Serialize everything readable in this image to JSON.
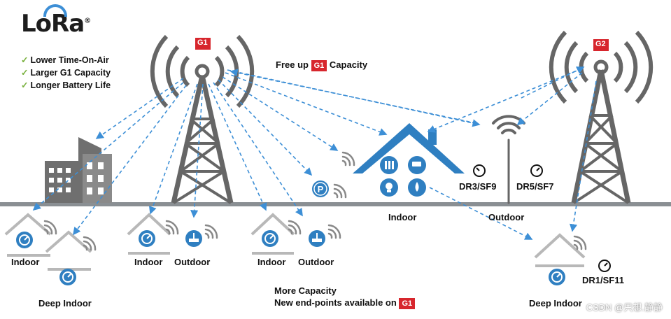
{
  "logo": {
    "text": "LoRa",
    "mark": "®"
  },
  "features": [
    "Lower Time-On-Air",
    "Larger G1 Capacity",
    "Longer Battery Life"
  ],
  "gateways": {
    "g1": "G1",
    "g2": "G2"
  },
  "free_up": {
    "before": "Free up",
    "badge": "G1",
    "after": "Capacity"
  },
  "labels": {
    "indoor_1": "Indoor",
    "deep_indoor_1": "Deep Indoor",
    "indoor_2": "Indoor",
    "outdoor_2": "Outdoor",
    "indoor_3": "Indoor",
    "outdoor_3": "Outdoor",
    "indoor_house": "Indoor",
    "outdoor_pole": "Outdoor",
    "deep_indoor_right": "Deep Indoor"
  },
  "data_rates": {
    "dr3": "DR3/SF9",
    "dr5": "DR5/SF7",
    "dr1": "DR1/SF11"
  },
  "bottom": {
    "line1": "More Capacity",
    "line2": "New end-points available on",
    "badge": "G1"
  },
  "watermark": "CSDN @只想.静静",
  "colors": {
    "tower": "#666666",
    "link": "#3d8fd6",
    "house_blue": "#2f7fc1",
    "badge_red": "#d7262d",
    "ground": "#8a8f93"
  },
  "icons": [
    "check-icon",
    "tower-icon",
    "house-icon",
    "building-icon",
    "meter-icon",
    "parking-icon",
    "wifi-icon",
    "gauge-icon",
    "router-icon"
  ]
}
